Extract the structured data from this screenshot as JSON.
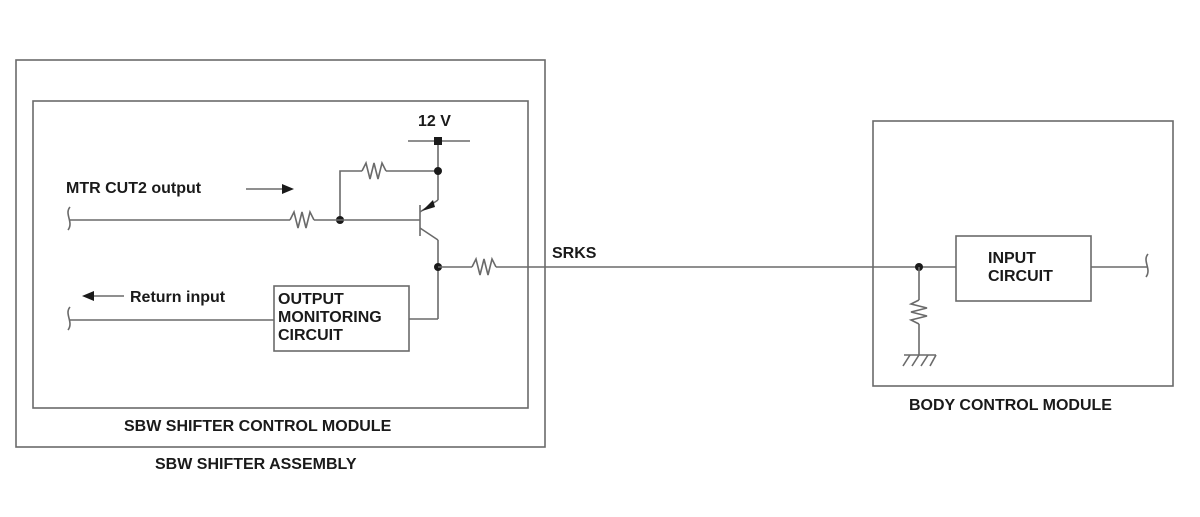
{
  "labels": {
    "supply": "12 V",
    "mtr_cut2": "MTR CUT2 output",
    "return_input": "Return input",
    "omc_line1": "OUTPUT",
    "omc_line2": "MONITORING",
    "omc_line3": "CIRCUIT",
    "srks": "SRKS",
    "input_line1": "INPUT",
    "input_line2": "CIRCUIT",
    "sbw_control_module": "SBW SHIFTER CONTROL MODULE",
    "sbw_assembly": "SBW SHIFTER ASSEMBLY",
    "body_control_module": "BODY CONTROL MODULE"
  }
}
